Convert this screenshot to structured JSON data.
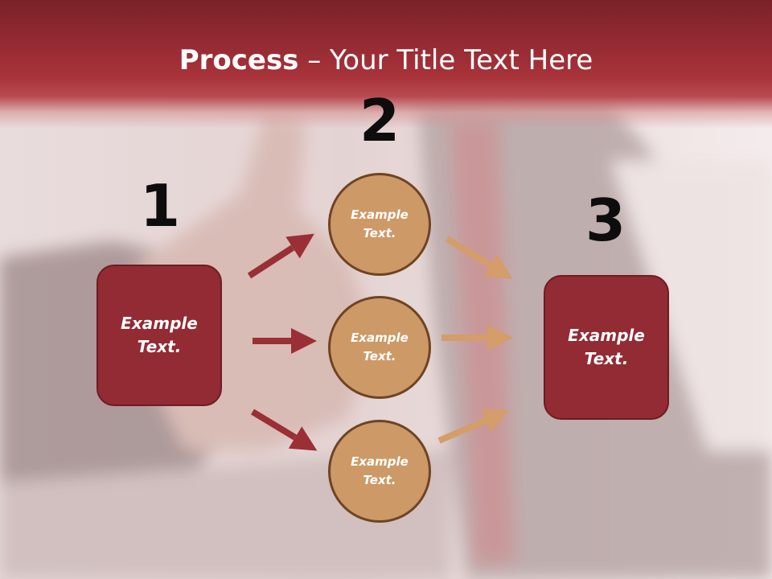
{
  "title": {
    "bold": "Process",
    "rest": " – Your Title Text Here"
  },
  "steps": [
    "1",
    "2",
    "3"
  ],
  "left_box": {
    "text": "Example Text."
  },
  "circles": [
    {
      "text": "Example Text."
    },
    {
      "text": "Example Text."
    },
    {
      "text": "Example Text."
    }
  ],
  "right_box": {
    "text": "Example Text."
  },
  "colors": {
    "header": "#a8323a",
    "box": "#922b33",
    "circle": "#cd9966",
    "left_arrow": "#9a2f35",
    "right_arrow": "#d49d69"
  }
}
